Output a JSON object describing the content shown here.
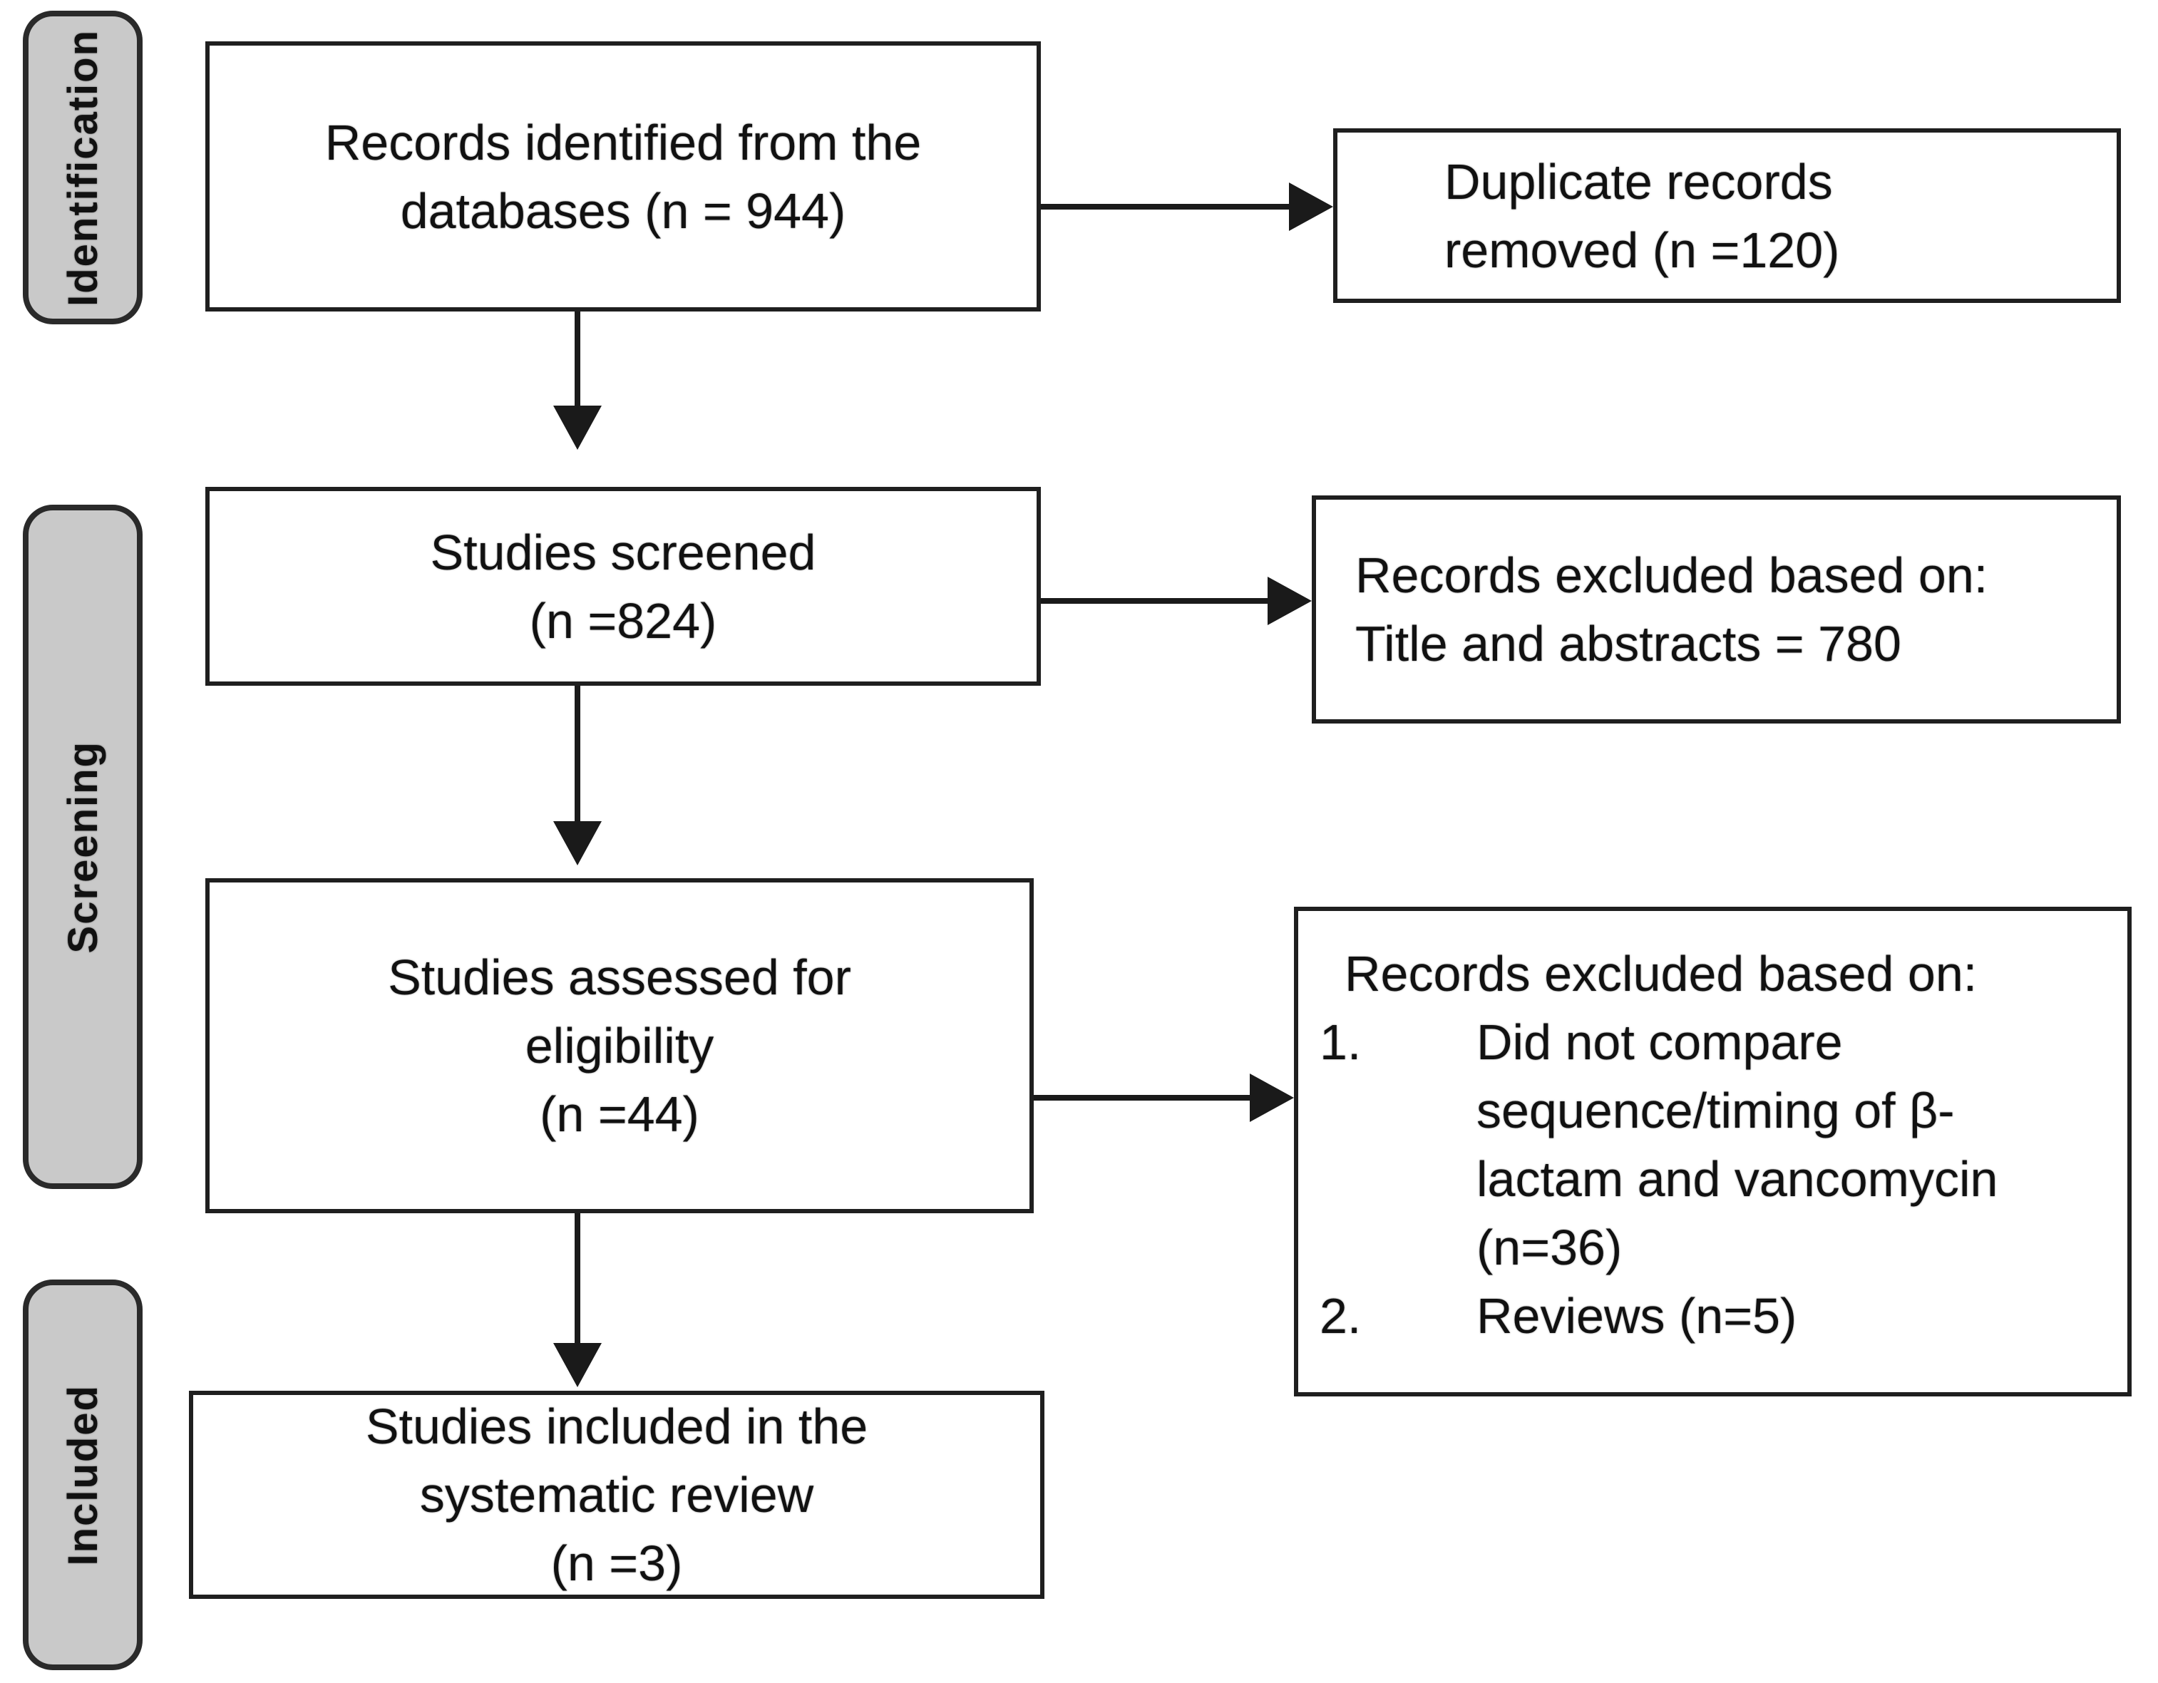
{
  "diagram": {
    "colors": {
      "background": "#ffffff",
      "box_fill": "#ffffff",
      "box_border": "#1f1f1f",
      "label_fill": "#c9c9c9",
      "label_border": "#2a2a2a",
      "arrow": "#1a1a1a",
      "text": "#111111"
    },
    "stages": [
      {
        "label": "Identification"
      },
      {
        "label": "Screening"
      },
      {
        "label": "Included"
      }
    ],
    "boxes": {
      "records_identified": {
        "lines": [
          "Records identified from the",
          "databases (n = 944)"
        ]
      },
      "duplicates_removed": {
        "lines": [
          "Duplicate records",
          "removed (n =120)"
        ]
      },
      "studies_screened": {
        "lines": [
          "Studies screened",
          "(n =824)"
        ]
      },
      "records_excluded_title_abstract": {
        "lines": [
          "Records excluded based on:",
          "Title and abstracts = 780"
        ]
      },
      "studies_assessed": {
        "lines": [
          "Studies assessed for",
          "eligibility",
          "(n =44)"
        ]
      },
      "records_excluded_eligibility": {
        "heading": "Records excluded based on:",
        "items": [
          {
            "number": "1.",
            "lines": [
              "Did not compare",
              "sequence/timing of β-",
              "lactam and vancomycin",
              "(n=36)"
            ]
          },
          {
            "number": "2.",
            "lines": [
              "Reviews (n=5)"
            ]
          }
        ]
      },
      "studies_included": {
        "lines": [
          "Studies included in the",
          "systematic review",
          "(n =3)"
        ]
      }
    }
  }
}
